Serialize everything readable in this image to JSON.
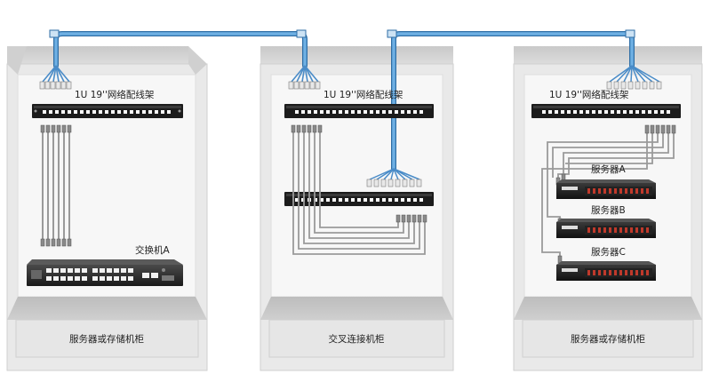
{
  "cabinets": [
    {
      "id": "left",
      "panel_label": "1U 19''网络配线架",
      "bottom_label": "服务器或存储机柜",
      "device_label": "交换机A"
    },
    {
      "id": "middle",
      "panel_label": "1U 19''网络配线架",
      "bottom_label": "交叉连接机柜"
    },
    {
      "id": "right",
      "panel_label": "1U 19''网络配线架",
      "bottom_label": "服务器或存储机柜",
      "servers": [
        "服务器A",
        "服务器B",
        "服务器C"
      ]
    }
  ],
  "colors": {
    "trunk_cable": "#5aa0d8",
    "trunk_cable_dark": "#2f6ea6",
    "patch_cord": "#9a9a9a",
    "cabinet_frame": "#d6d6d6",
    "cabinet_inner": "#f4f4f4",
    "panel": "#1c1c1c",
    "server_accent": "#c0392b"
  },
  "icons": [
    "patch-panel-icon",
    "switch-icon",
    "server-icon",
    "connector-icon"
  ]
}
